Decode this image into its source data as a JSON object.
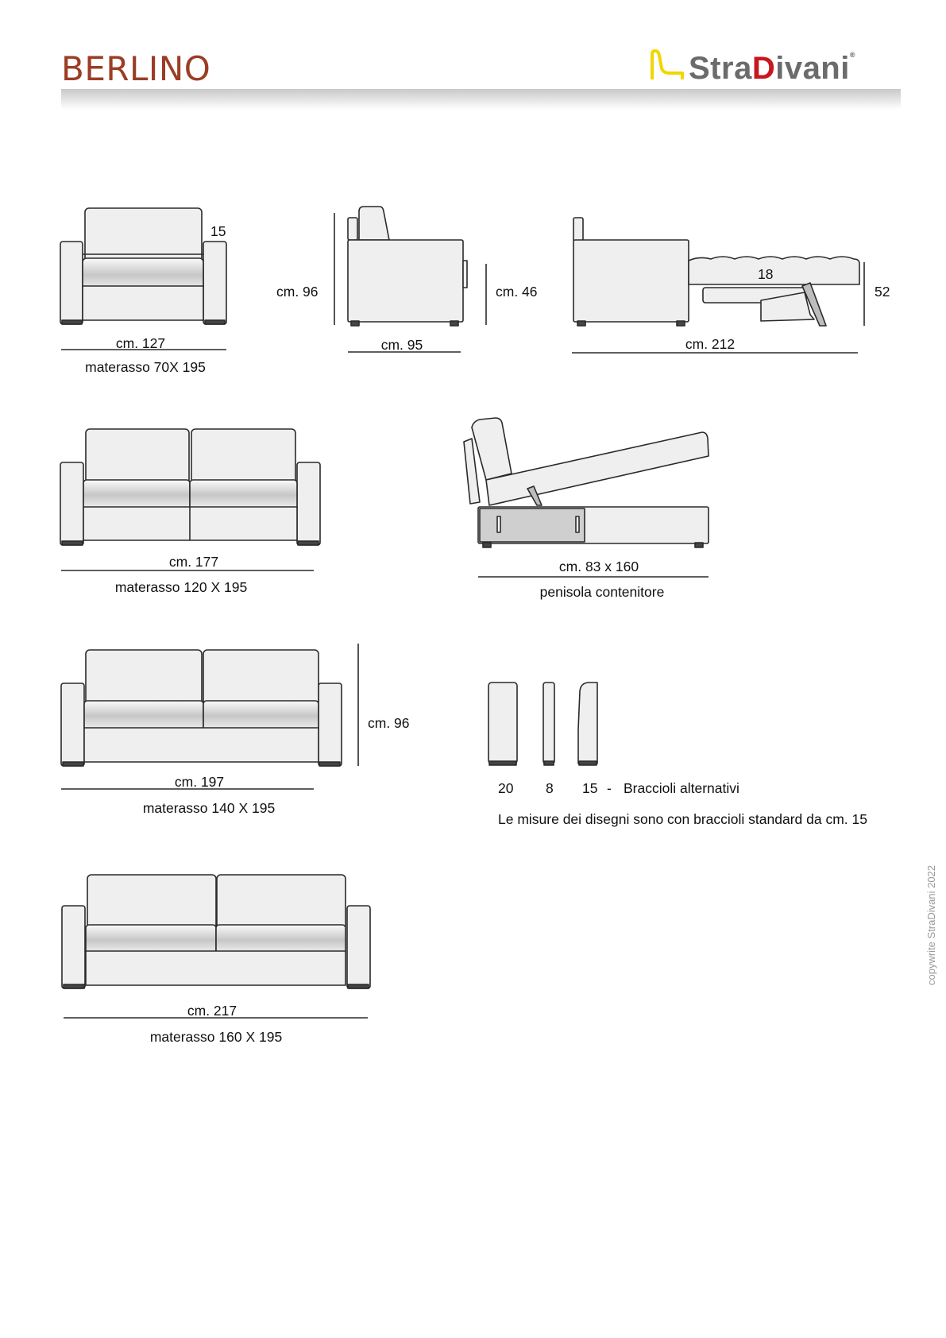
{
  "header": {
    "title": "BERLINO",
    "logo": {
      "brand_a": "Stra",
      "brand_b": "D",
      "brand_c": "ivani",
      "mark": "®"
    }
  },
  "colors": {
    "title": "#9b3d24",
    "logo_gray": "#6b6b6b",
    "logo_red": "#c8171e",
    "logo_icon": "#f2d600",
    "fill": "#efefef",
    "stroke": "#2a2a2a"
  },
  "armchair": {
    "arm_dim": "15",
    "width": "cm. 127",
    "mattress": "materasso 70X 195"
  },
  "side_view": {
    "height": "cm. 96",
    "seat_height": "cm. 46",
    "depth": "cm. 95"
  },
  "bed_view": {
    "mattress_thickness": "18",
    "bed_height": "52",
    "length": "cm. 212"
  },
  "sofa_177": {
    "width": "cm. 177",
    "mattress": "materasso 120 X 195"
  },
  "chaise": {
    "size": "cm. 83 x 160",
    "label": "penisola contenitore"
  },
  "sofa_197": {
    "width": "cm. 197",
    "height": "cm. 96",
    "mattress": "materasso 140 X 195"
  },
  "armrests": {
    "a": "20",
    "b": "8",
    "c": "15",
    "dash": "-",
    "label": "Braccioli alternativi",
    "note": "Le misure dei disegni sono con braccioli standard da cm. 15"
  },
  "sofa_217": {
    "width": "cm. 217",
    "mattress": "materasso 160 X 195"
  },
  "copyright": "copywrite StraDivani 2022"
}
